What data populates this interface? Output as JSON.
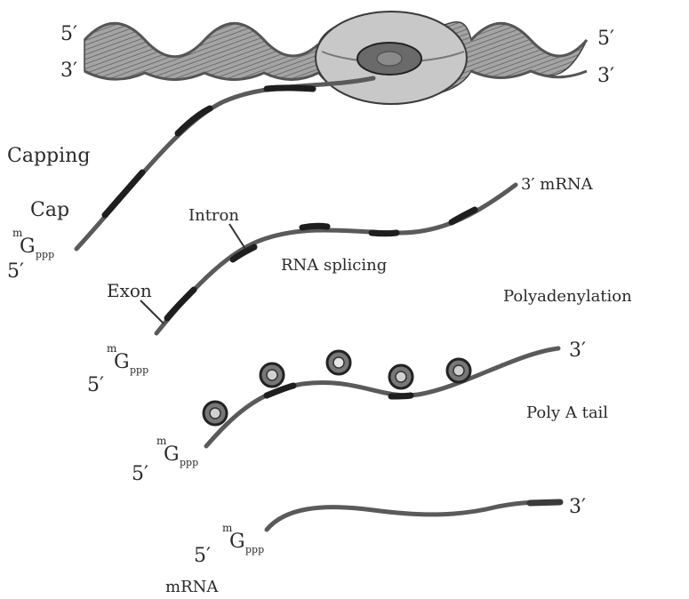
{
  "dna": {
    "top_left": "5′",
    "bottom_left": "3′",
    "top_right": "5′",
    "bottom_right": "3′"
  },
  "steps": {
    "capping": "Capping",
    "cap": "Cap",
    "intron": "Intron",
    "rna_splicing": "RNA splicing",
    "exon": "Exon",
    "polyadenylation": "Polyadenylation",
    "poly_a_tail": "Poly A tail",
    "mrna_end": "3′ mRNA",
    "mrna": "mRNA"
  },
  "cap": {
    "superscript": "m",
    "letter": "G",
    "subscript": "ppp"
  },
  "ends": {
    "five_prime": "5′",
    "three_prime": "3′"
  },
  "colors": {
    "strand": "#5a5a5a",
    "dark_segment": "#1e1e1e",
    "helix_fill": "#9a9a9a",
    "bubble_fill": "#c8c8c8",
    "label": "#2a2a2a"
  }
}
